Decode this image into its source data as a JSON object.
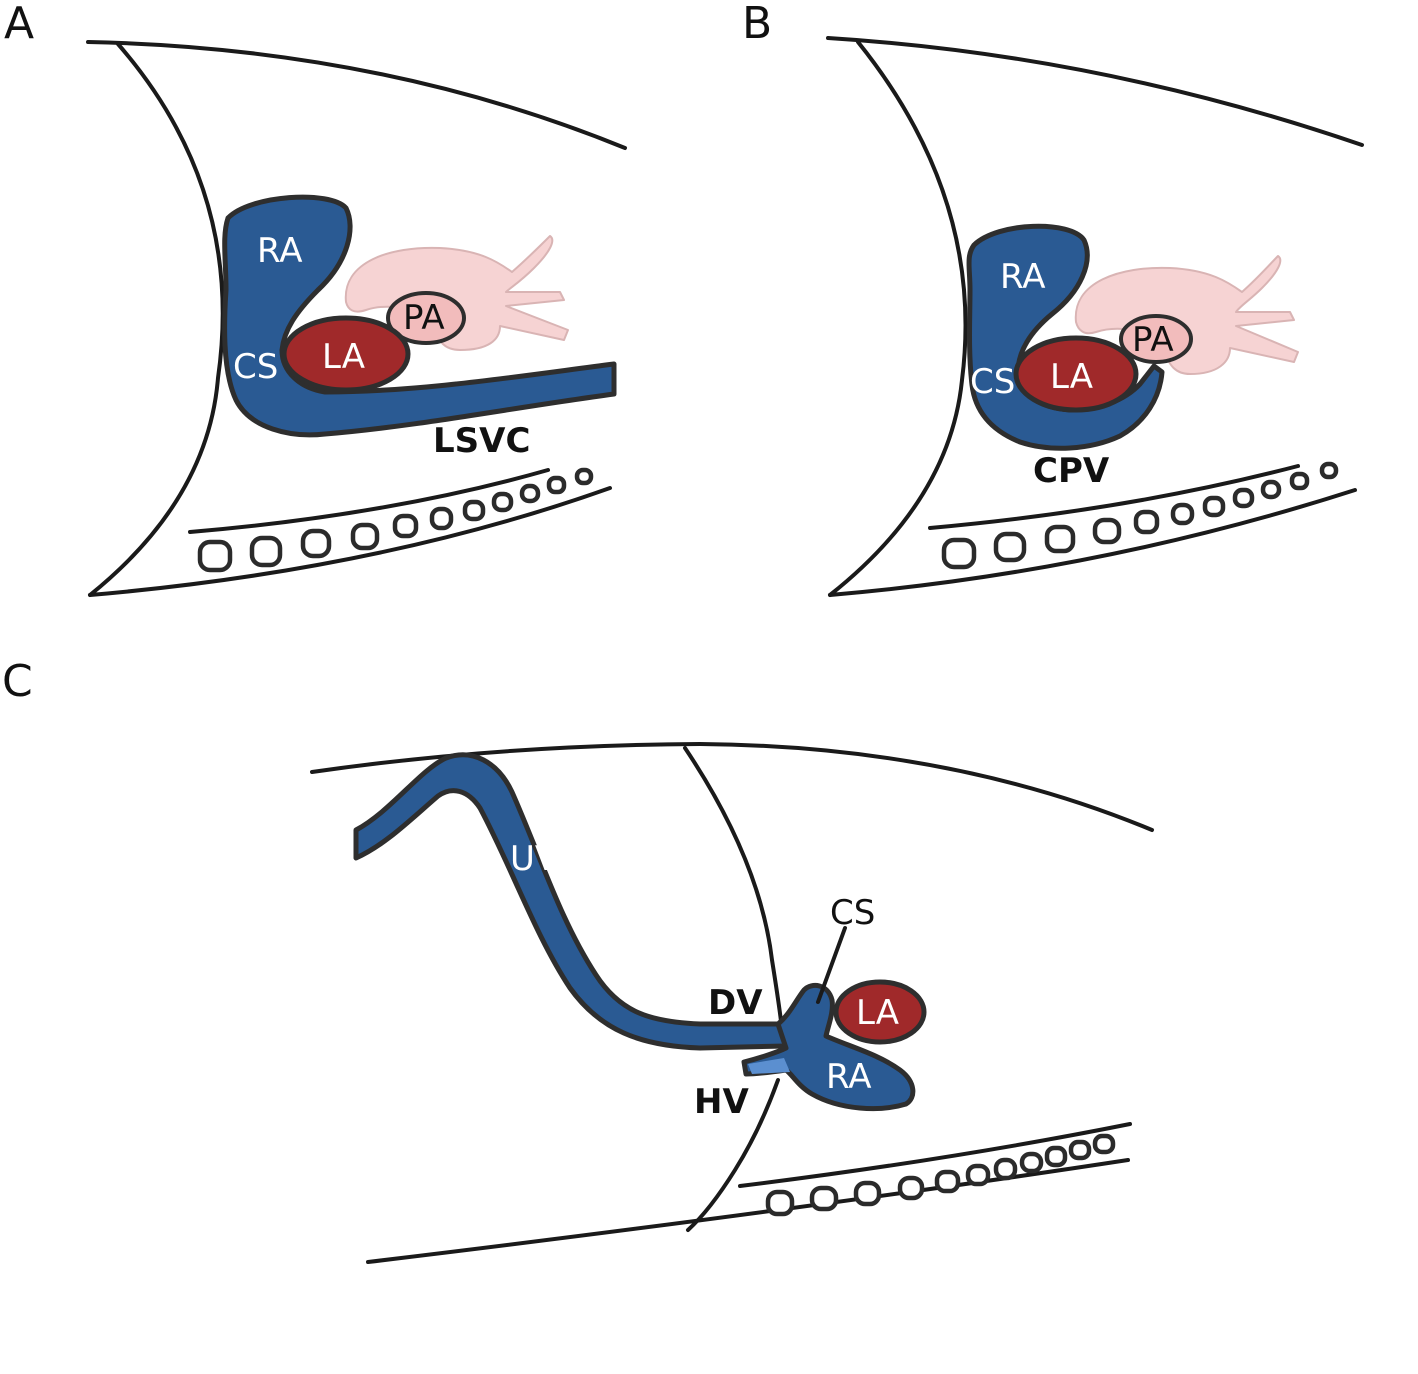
{
  "colors": {
    "vein_blue": "#2a5a93",
    "atrium_red": "#a0292a",
    "artery_pink": "#f6d3d3",
    "pa_lumen": "#f2bcbc",
    "hv_light_blue": "#5b8fd0",
    "outline": "#1a1a1a"
  },
  "panel_a": {
    "letter": "A",
    "labels": {
      "ra": "RA",
      "pa": "PA",
      "la": "LA",
      "cs": "CS",
      "lsvc": "LSVC"
    }
  },
  "panel_b": {
    "letter": "B",
    "labels": {
      "ra": "RA",
      "pa": "PA",
      "la": "LA",
      "cs": "CS",
      "cpv": "CPV"
    }
  },
  "panel_c": {
    "letter": "C",
    "labels": {
      "uv": "UV",
      "cs": "CS",
      "dv": "DV",
      "la": "LA",
      "ra": "RA",
      "hv": "HV"
    }
  }
}
